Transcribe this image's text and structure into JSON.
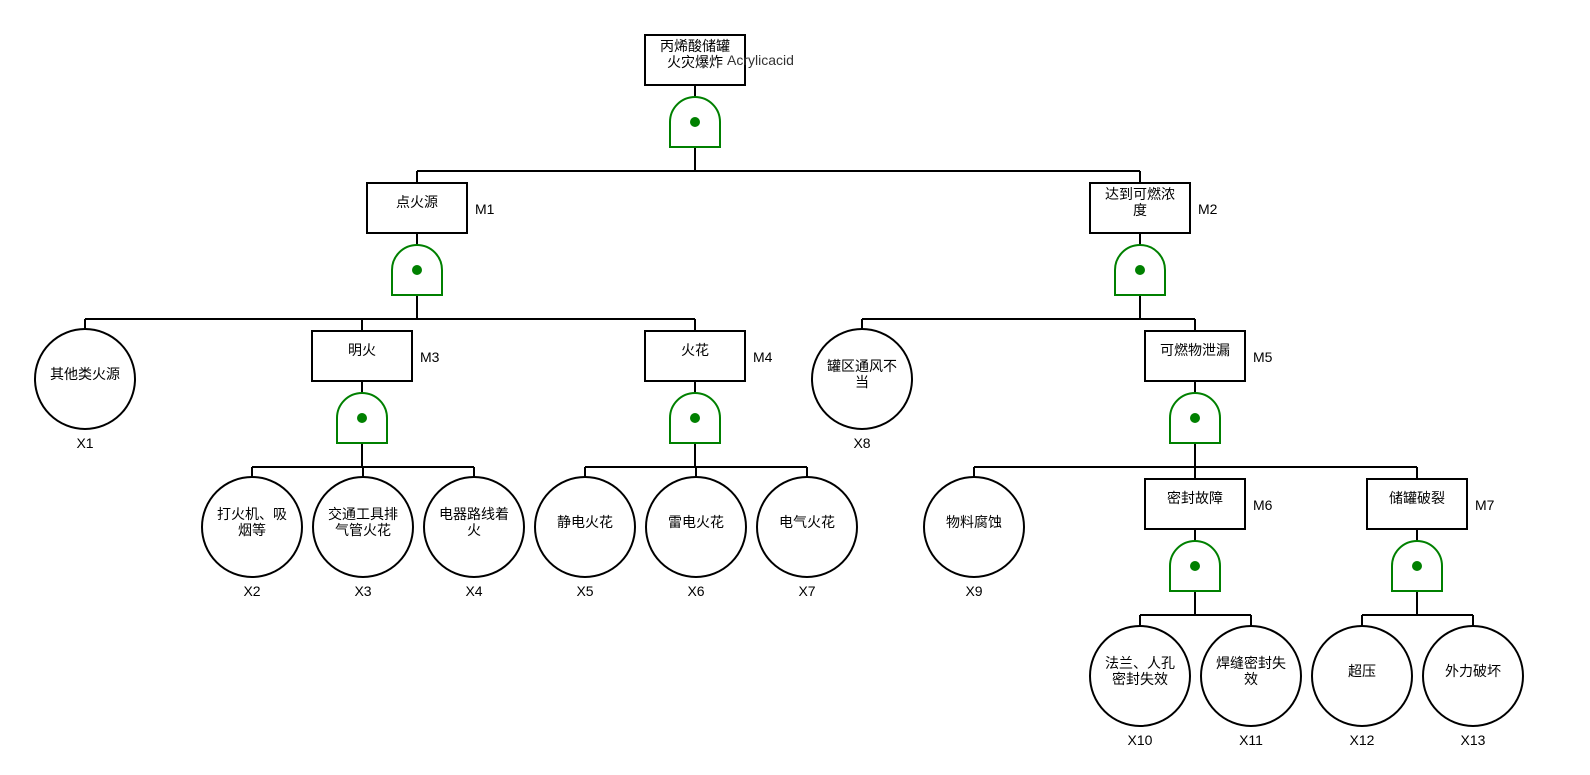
{
  "top_event": {
    "lines": [
      "丙烯酸储罐",
      "火灾爆炸"
    ],
    "annotation": "Acrylicacid"
  },
  "intermediate_events": [
    {
      "id": "M1",
      "lines": [
        "点火源"
      ]
    },
    {
      "id": "M2",
      "lines": [
        "达到可燃浓",
        "度"
      ]
    },
    {
      "id": "M3",
      "lines": [
        "明火"
      ]
    },
    {
      "id": "M4",
      "lines": [
        "火花"
      ]
    },
    {
      "id": "M5",
      "lines": [
        "可燃物泄漏"
      ]
    },
    {
      "id": "M6",
      "lines": [
        "密封故障"
      ]
    },
    {
      "id": "M7",
      "lines": [
        "储罐破裂"
      ]
    }
  ],
  "basic_events": [
    {
      "id": "X1",
      "lines": [
        "其他类火源"
      ]
    },
    {
      "id": "X2",
      "lines": [
        "打火机、吸",
        "烟等"
      ]
    },
    {
      "id": "X3",
      "lines": [
        "交通工具排",
        "气管火花"
      ]
    },
    {
      "id": "X4",
      "lines": [
        "电器路线着",
        "火"
      ]
    },
    {
      "id": "X5",
      "lines": [
        "静电火花"
      ]
    },
    {
      "id": "X6",
      "lines": [
        "雷电火花"
      ]
    },
    {
      "id": "X7",
      "lines": [
        "电气火花"
      ]
    },
    {
      "id": "X8",
      "lines": [
        "罐区通风不",
        "当"
      ]
    },
    {
      "id": "X9",
      "lines": [
        "物料腐蚀"
      ]
    },
    {
      "id": "X10",
      "lines": [
        "法兰、人孔",
        "密封失效"
      ]
    },
    {
      "id": "X11",
      "lines": [
        "焊缝密封失",
        "效"
      ]
    },
    {
      "id": "X12",
      "lines": [
        "超压"
      ]
    },
    {
      "id": "X13",
      "lines": [
        "外力破坏"
      ]
    }
  ],
  "gates": [
    {
      "type": "and",
      "output": "top",
      "inputs": [
        "M1",
        "M2"
      ]
    },
    {
      "type": "and",
      "output": "M1",
      "inputs": [
        "X1",
        "M3",
        "M4"
      ]
    },
    {
      "type": "and",
      "output": "M2",
      "inputs": [
        "X8",
        "M5"
      ]
    },
    {
      "type": "and",
      "output": "M3",
      "inputs": [
        "X2",
        "X3",
        "X4"
      ]
    },
    {
      "type": "and",
      "output": "M4",
      "inputs": [
        "X5",
        "X6",
        "X7"
      ]
    },
    {
      "type": "and",
      "output": "M5",
      "inputs": [
        "X9",
        "M6",
        "M7"
      ]
    },
    {
      "type": "and",
      "output": "M6",
      "inputs": [
        "X10",
        "X11"
      ]
    },
    {
      "type": "and",
      "output": "M7",
      "inputs": [
        "X12",
        "X13"
      ]
    }
  ],
  "colors": {
    "gate": "#008000",
    "outline": "#000000",
    "background": "#ffffff"
  }
}
